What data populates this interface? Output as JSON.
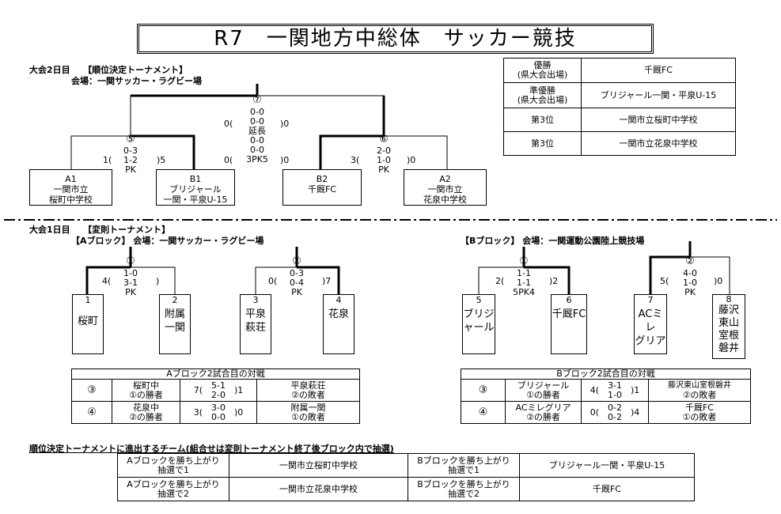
{
  "title": "R7　一関地方中総体　サッカー競技",
  "day2": {
    "heading": "大会2日目　　【順位決定トーナメント】",
    "venue": "会場：一関サッカー・ラグビー場",
    "teams": [
      {
        "seed": "A1",
        "name1": "一関市立",
        "name2": "桜町中学校"
      },
      {
        "seed": "B1",
        "name1": "ブリジャール",
        "name2": "一関・平泉U-15"
      },
      {
        "seed": "B2",
        "name1": "千厩FC",
        "name2": ""
      },
      {
        "seed": "A2",
        "name1": "一関市立",
        "name2": "花泉中学校"
      }
    ],
    "match5": {
      "no": "⑤",
      "left": "1(",
      "right": ")5",
      "s1": "0-3",
      "s2": "1-2",
      "s3": "PK"
    },
    "match6": {
      "no": "⑥",
      "left": "3(",
      "right": ")0",
      "s1": "2-0",
      "s2": "1-0",
      "s3": "PK"
    },
    "match7": {
      "no": "⑦",
      "left1": "0(",
      "right1": ")0",
      "left2": "0(",
      "right2": ")0",
      "s1": "0-0",
      "s2": "0-0",
      "s3": "延長",
      "s4": "0-0",
      "s5": "0-0",
      "s6": "3PK5"
    }
  },
  "results": [
    {
      "place": "優勝\n(県大会出場)",
      "team": "千厩FC"
    },
    {
      "place": "準優勝\n(県大会出場)",
      "team": "ブリジャール一関・平泉U-15"
    },
    {
      "place": "第3位",
      "team": "一関市立桜町中学校"
    },
    {
      "place": "第3位",
      "team": "一関市立花泉中学校"
    }
  ],
  "day1": {
    "heading": "大会1日目　　【変則トーナメント】",
    "blockA": {
      "heading": "【Aブロック】 会場：一関サッカー・ラグビー場",
      "teams": [
        {
          "no": "1",
          "name": "桜町"
        },
        {
          "no": "2",
          "name": "附属\n一関"
        },
        {
          "no": "3",
          "name": "平泉\n萩荘"
        },
        {
          "no": "4",
          "name": "花泉"
        }
      ],
      "match1": {
        "no": "①",
        "left": "4(",
        "right": ")",
        "s1": "1-0",
        "s2": "3-1",
        "s3": "PK"
      },
      "match2": {
        "no": "②",
        "left": "0(",
        "right": ")7",
        "s1": "0-3",
        "s2": "0-4",
        "s3": "PK"
      }
    },
    "blockB": {
      "heading": "【Bブロック】 会場：一関運動公園陸上競技場",
      "teams": [
        {
          "no": "5",
          "name": "ブリジ\nャール"
        },
        {
          "no": "6",
          "name": "千厩FC"
        },
        {
          "no": "7",
          "name": "ACミレ\nグリア"
        },
        {
          "no": "8",
          "name": "藤沢\n東山\n室根\n磐井"
        }
      ],
      "match1": {
        "no": "①",
        "left": "2(",
        "right": ")2",
        "s1": "1-1",
        "s2": "1-1",
        "s3": "5PK4"
      },
      "match2": {
        "no": "②",
        "left": "5(",
        "right": ")0",
        "s1": "4-0",
        "s2": "1-0",
        "s3": "PK"
      }
    }
  },
  "tableA": {
    "title": "Aブロック2試合目の対戦",
    "rows": [
      {
        "no": "③",
        "home1": "桜町中",
        "home2": "①の勝者",
        "lscore": "7(",
        "s1": "5-1",
        "s2": "2-0",
        "rscore": ")1",
        "away1": "平泉萩荘",
        "away2": "②の敗者"
      },
      {
        "no": "④",
        "home1": "花泉中",
        "home2": "②の勝者",
        "lscore": "3(",
        "s1": "3-0",
        "s2": "0-0",
        "rscore": ")0",
        "away1": "附属一関",
        "away2": "①の敗者"
      }
    ]
  },
  "tableB": {
    "title": "Bブロック2試合目の対戦",
    "rows": [
      {
        "no": "③",
        "home1": "ブリジャール",
        "home2": "①の勝者",
        "lscore": "4(",
        "s1": "3-1",
        "s2": "1-0",
        "rscore": ")1",
        "away1": "藤沢東山室根磐井",
        "away2": "②の敗者"
      },
      {
        "no": "④",
        "home1": "ACミレグリア",
        "home2": "②の勝者",
        "lscore": "0(",
        "s1": "0-2",
        "s2": "0-2",
        "rscore": ")4",
        "away1": "千厩FC",
        "away2": "①の敗者"
      }
    ]
  },
  "advance": {
    "heading": "順位決定トーナメントに進出するチーム(組合せは変則トーナメント終了後ブロック内で抽選)",
    "rows": [
      {
        "a_label": "Aブロックを勝ち上がり\n抽選で1",
        "a_team": "一関市立桜町中学校",
        "b_label": "Bブロックを勝ち上がり\n抽選で1",
        "b_team": "ブリジャール一関・平泉U-15"
      },
      {
        "a_label": "Aブロックを勝ち上がり\n抽選で2",
        "a_team": "一関市立花泉中学校",
        "b_label": "Bブロックを勝ち上がり\n抽選で2",
        "b_team": "千厩FC"
      }
    ]
  }
}
